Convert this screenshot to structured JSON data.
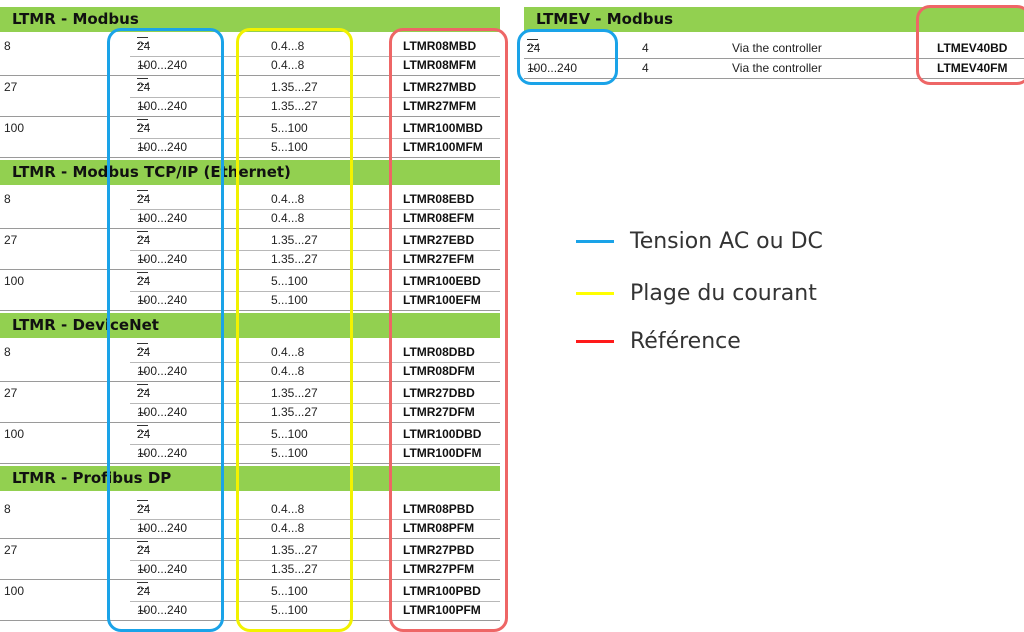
{
  "ltmr": {
    "sections": [
      {
        "title": "LTMR - Modbus",
        "rows": [
          {
            "motor": "8",
            "supply": "24",
            "type": "dc",
            "range": "0.4...8",
            "ref": "LTMR08MBD"
          },
          {
            "motor": "",
            "supply": "100...240",
            "type": "ac",
            "range": "0.4...8",
            "ref": "LTMR08MFM"
          },
          {
            "motor": "27",
            "supply": "24",
            "type": "dc",
            "range": "1.35...27",
            "ref": "LTMR27MBD"
          },
          {
            "motor": "",
            "supply": "100...240",
            "type": "ac",
            "range": "1.35...27",
            "ref": "LTMR27MFM"
          },
          {
            "motor": "100",
            "supply": "24",
            "type": "dc",
            "range": "5...100",
            "ref": "LTMR100MBD"
          },
          {
            "motor": "",
            "supply": "100...240",
            "type": "ac",
            "range": "5...100",
            "ref": "LTMR100MFM"
          }
        ]
      },
      {
        "title": "LTMR - Modbus TCP/IP (Ethernet)",
        "rows": [
          {
            "motor": "8",
            "supply": "24",
            "type": "dc",
            "range": "0.4...8",
            "ref": "LTMR08EBD"
          },
          {
            "motor": "",
            "supply": "100...240",
            "type": "ac",
            "range": "0.4...8",
            "ref": "LTMR08EFM"
          },
          {
            "motor": "27",
            "supply": "24",
            "type": "dc",
            "range": "1.35...27",
            "ref": "LTMR27EBD"
          },
          {
            "motor": "",
            "supply": "100...240",
            "type": "ac",
            "range": "1.35...27",
            "ref": "LTMR27EFM"
          },
          {
            "motor": "100",
            "supply": "24",
            "type": "dc",
            "range": "5...100",
            "ref": "LTMR100EBD"
          },
          {
            "motor": "",
            "supply": "100...240",
            "type": "ac",
            "range": "5...100",
            "ref": "LTMR100EFM"
          }
        ]
      },
      {
        "title": "LTMR  - DeviceNet",
        "rows": [
          {
            "motor": "8",
            "supply": "24",
            "type": "dc",
            "range": "0.4...8",
            "ref": "LTMR08DBD"
          },
          {
            "motor": "",
            "supply": "100...240",
            "type": "ac",
            "range": "0.4...8",
            "ref": "LTMR08DFM"
          },
          {
            "motor": "27",
            "supply": "24",
            "type": "dc",
            "range": "1.35...27",
            "ref": "LTMR27DBD"
          },
          {
            "motor": "",
            "supply": "100...240",
            "type": "ac",
            "range": "1.35...27",
            "ref": "LTMR27DFM"
          },
          {
            "motor": "100",
            "supply": "24",
            "type": "dc",
            "range": "5...100",
            "ref": "LTMR100DBD"
          },
          {
            "motor": "",
            "supply": "100...240",
            "type": "ac",
            "range": "5...100",
            "ref": "LTMR100DFM"
          }
        ]
      },
      {
        "title": "LTMR  - Profibus DP",
        "rows": [
          {
            "motor": "8",
            "supply": "24",
            "type": "dc",
            "range": "0.4...8",
            "ref": "LTMR08PBD"
          },
          {
            "motor": "",
            "supply": "100...240",
            "type": "ac",
            "range": "0.4...8",
            "ref": "LTMR08PFM"
          },
          {
            "motor": "27",
            "supply": "24",
            "type": "dc",
            "range": "1.35...27",
            "ref": "LTMR27PBD"
          },
          {
            "motor": "",
            "supply": "100...240",
            "type": "ac",
            "range": "1.35...27",
            "ref": "LTMR27PFM"
          },
          {
            "motor": "100",
            "supply": "24",
            "type": "dc",
            "range": "5...100",
            "ref": "LTMR100PBD"
          },
          {
            "motor": "",
            "supply": "100...240",
            "type": "ac",
            "range": "5...100",
            "ref": "LTMR100PFM"
          }
        ]
      }
    ]
  },
  "ltmev": {
    "title": "LTMEV - Modbus",
    "rows": [
      {
        "supply": "24",
        "type": "dc",
        "count": "4",
        "note": "Via the controller",
        "ref": "LTMEV40BD"
      },
      {
        "supply": "100...240",
        "type": "ac",
        "count": "4",
        "note": "Via the controller",
        "ref": "LTMEV40FM"
      }
    ]
  },
  "legend": [
    {
      "label": "Tension AC ou DC",
      "color": "#1aa3e8"
    },
    {
      "label": "Plage du courant",
      "color": "#ffff00"
    },
    {
      "label": "Référence",
      "color": "#ff1a1a"
    }
  ],
  "colors": {
    "header_green": "#92d050",
    "blue_frame": "#1aa3e8",
    "yellow_frame": "#f2f200",
    "red_frame": "#ee6666"
  },
  "icons": {
    "dc": "dc-symbol-icon",
    "ac": "ac-tilde-icon"
  }
}
